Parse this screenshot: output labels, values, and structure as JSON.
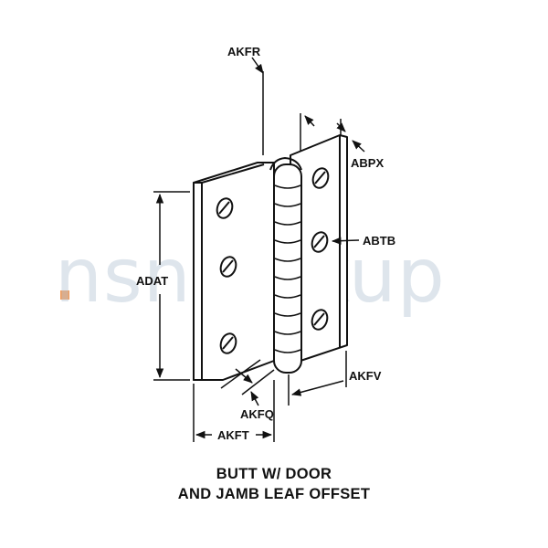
{
  "watermark": {
    "text": "nsnlookup",
    "accent_color": "#f08a3c",
    "text_color": "#b7c6d6"
  },
  "dimensions": {
    "akfr": "AKFR",
    "abpx": "ABPX",
    "abtb": "ABTB",
    "adat": "ADAT",
    "akfv": "AKFV",
    "akfq": "AKFQ",
    "akft": "AKFT"
  },
  "caption": {
    "line1": "BUTT W/ DOOR",
    "line2": "AND JAMB LEAF OFFSET"
  }
}
